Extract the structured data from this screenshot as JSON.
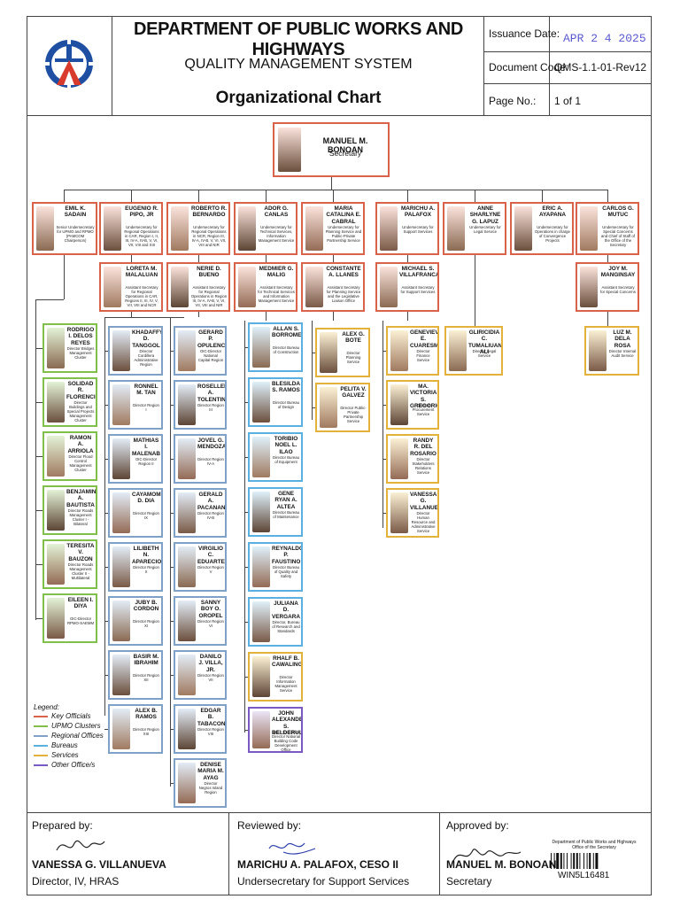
{
  "header": {
    "department": "DEPARTMENT OF PUBLIC WORKS AND HIGHWAYS",
    "system": "QUALITY MANAGEMENT SYSTEM",
    "document": "Organizational Chart",
    "issuance_label": "Issuance Date:",
    "issuance_value": "APR 2 4 2025",
    "doc_code_label": "Document Code:",
    "doc_code_value": "QMS-1.1-01-Rev12",
    "page_label": "Page No.:",
    "page_value": "1 of 1"
  },
  "secretary": {
    "name": "MANUEL M. BONOAN",
    "title": "Secretary"
  },
  "undersecretaries": [
    {
      "name": "EMIL K. SADAIN",
      "title": "Senior Undersecretary for UPMO and RPMO (PAMCOM Chairperson)"
    },
    {
      "name": "EUGENIO R. PIPO, JR",
      "title": "Undersecretary for Regional Operations in CAR, Region I, II, III, IV-A, IV-B, V, VI, VII, VIII and XIII"
    },
    {
      "name": "ROBERTO R. BERNARDO",
      "title": "Undersecretary for Regional Operations in NCR, Region III, IV-A, IV-B, V, VI, VII, VIII and NIR"
    },
    {
      "name": "ADOR G. CANLAS",
      "title": "Undersecretary for Technical Services, Information Management Service"
    },
    {
      "name": "MARIA CATALINA E. CABRAL",
      "title": "Undersecretary for Planning Service and Public-Private Partnership Service"
    },
    {
      "name": "MARICHU A. PALAFOX",
      "title": "Undersecretary for Support Services"
    },
    {
      "name": "ANNE SHARLYNE G. LAPUZ",
      "title": "Undersecretary for Legal Service"
    },
    {
      "name": "ERIC A. AYAPANA",
      "title": "Undersecretary for Operations in charge of Convergence Projects"
    },
    {
      "name": "CARLOS G. MUTUC",
      "title": "Undersecretary for Special Concerns and Chief of Staff of the Office of the Secretary"
    }
  ],
  "assistant_secretaries": [
    {
      "name": "LORETA M. MALALUAN",
      "title": "Assistant Secretary for Regional Operations in CAR, Regions II, III, IV, V, VII, VIII and NCR"
    },
    {
      "name": "NERIE D. BUENO",
      "title": "Assistant Secretary for Regional Operations in Region III, IV-A, IV-B, V, VI, VII, VIII and NIR"
    },
    {
      "name": "MEDMIER G. MALIG",
      "title": "Assistant Secretary for Technical Services and Information Management Service"
    },
    {
      "name": "CONSTANTE A. LLANES",
      "title": "Assistant Secretary for Planning Service and the Legislative Liaison Office"
    },
    {
      "name": "MICHAEL S. VILLAFRANCA",
      "title": "Assistant Secretary for Support Services"
    },
    {
      "name": "JOY M. MANGINSAY",
      "title": "Assistant Secretary for Special Concerns"
    }
  ],
  "clusters": [
    {
      "name": "RODRIGO I. DELOS REYES",
      "title": "Director Bridges Management Cluster"
    },
    {
      "name": "SOLIDAD R. FLORENCIO",
      "title": "Director Buildings and Special Projects Management Cluster"
    },
    {
      "name": "RAMON A. ARRIOLA",
      "title": "Director Flood Control Management Cluster"
    },
    {
      "name": "BENJAMIN A. BAUTISTA",
      "title": "Director Roads Management Cluster I - Bilateral"
    },
    {
      "name": "TERESITA V. BAUZON",
      "title": "Director Roads Management Cluster II - Multilateral"
    },
    {
      "name": "EILEEN I. DIYA",
      "title": "OIC-Director RPMO-SAEMM"
    }
  ],
  "regional_col1": [
    {
      "name": "KHADAFFY D. TANGGOL",
      "title": "Director Cordillera Administrative Region"
    },
    {
      "name": "RONNEL M. TAN",
      "title": "Director Region I"
    },
    {
      "name": "MATHIAS I. MALENAB",
      "title": "OIC-Director Region II"
    },
    {
      "name": "CAYAMOMBAO D. DIA",
      "title": "Director Region IX"
    },
    {
      "name": "LILIBETH N. APARECIO",
      "title": "Director Region X"
    },
    {
      "name": "JUBY B. CORDON",
      "title": "Director Region XI"
    },
    {
      "name": "BASIR M. IBRAHIM",
      "title": "Director Region XII"
    },
    {
      "name": "ALEX B. RAMOS",
      "title": "Director Region XIII"
    }
  ],
  "regional_col2": [
    {
      "name": "GERARD P. OPULENCIA",
      "title": "OIC-Director National Capital Region"
    },
    {
      "name": "ROSELLER A. TOLENTINO",
      "title": "Director Region III"
    },
    {
      "name": "JOVEL G. MENDOZA",
      "title": "Director Region IV-A"
    },
    {
      "name": "GERALD A. PACANAN",
      "title": "Director Region IV-B"
    },
    {
      "name": "VIRGILIO C. EDUARTE",
      "title": "Director Region V"
    },
    {
      "name": "SANNY BOY O. OROPEL",
      "title": "Director Region VI"
    },
    {
      "name": "DANILO J. VILLA, JR.",
      "title": "Director Region VII"
    },
    {
      "name": "EDGAR B. TABACON",
      "title": "Director Region VIII"
    },
    {
      "name": "DENISE MARIA M. AYAG",
      "title": "Director Negros Island Region"
    }
  ],
  "bureaus": [
    {
      "name": "ALLAN S. BORROMEO",
      "title": "Director Bureau of Construction"
    },
    {
      "name": "BLESILDA S. RAMOS",
      "title": "Director Bureau of Design"
    },
    {
      "name": "TORIBIO NOEL L. ILAO",
      "title": "Director Bureau of Equipment"
    },
    {
      "name": "GENE RYAN A. ALTEA",
      "title": "Director Bureau of Maintenance"
    },
    {
      "name": "REYNALDO P. FAUSTINO",
      "title": "Director Bureau of Quality and Safety"
    },
    {
      "name": "JULIANA D. VERGARA",
      "title": "Director, Bureau of Research and Standards"
    }
  ],
  "services_canlas": [
    {
      "name": "RHALF B. CAWALING",
      "title": "Director Information Management Service"
    }
  ],
  "other_office": {
    "name": "JOHN ALEXANDER S. BELDERUL",
    "title": "OIC - Executive Director National Building Code Development Office"
  },
  "services_planning": [
    {
      "name": "ALEX G. BOTE",
      "title": "Director Planning Service"
    },
    {
      "name": "PELITA V. GALVEZ",
      "title": "Director Public-Private Partnership Service"
    }
  ],
  "services_support": [
    {
      "name": "GENEVIEVE E. CUARESMA",
      "title": "Director Finance Service"
    },
    {
      "name": "MA. VICTORIA S. GREGORIO",
      "title": "Director Procurement Service"
    },
    {
      "name": "RANDY R. DEL ROSARIO",
      "title": "Director Stakeholders Relations Service"
    },
    {
      "name": "VANESSA G. VILLANUEVA",
      "title": "Director Human Resource and Administrative Service"
    }
  ],
  "service_legal": {
    "name": "GLIRICIDIA C. TUMALIUAN-ALI",
    "title": "Director Legal Service"
  },
  "service_audit": {
    "name": "LUZ M. DELA ROSA",
    "title": "Director Internal Audit Service"
  },
  "legend": {
    "title": "Legend:",
    "items": [
      {
        "label": "Key Officials",
        "color": "#d9634a"
      },
      {
        "label": "UPMO Clusters",
        "color": "#7fbf4a"
      },
      {
        "label": "Regional Offices",
        "color": "#7fa0c7"
      },
      {
        "label": "Bureaus",
        "color": "#5ab0e0"
      },
      {
        "label": "Services",
        "color": "#e3b23a"
      },
      {
        "label": "Other Office/s",
        "color": "#7a5ac2"
      }
    ]
  },
  "footer": {
    "prepared_label": "Prepared by:",
    "prepared_name": "VANESSA G. VILLANUEVA",
    "prepared_pos": "Director, IV, HRAS",
    "reviewed_label": "Reviewed by:",
    "reviewed_name": "MARICHU A. PALAFOX, CESO II",
    "reviewed_pos": "Undersecretary for Support Services",
    "approved_label": "Approved by:",
    "approved_name": "MANUEL M. BONOAN",
    "approved_pos": "Secretary",
    "stamp_line1": "Department of Public Works and Highways",
    "stamp_line2": "Office of the Secretary",
    "stamp_code": "WIN5L16481"
  }
}
